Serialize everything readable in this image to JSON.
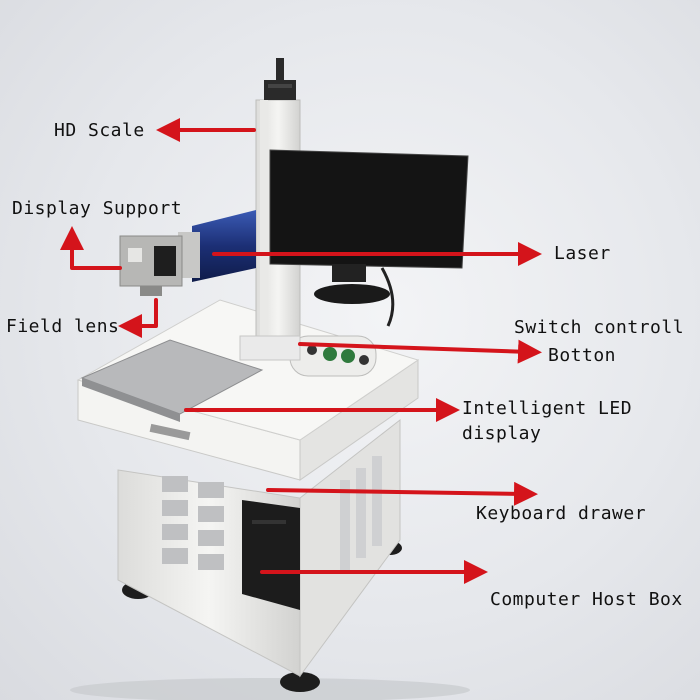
{
  "labels": {
    "hd_scale": "HD Scale",
    "display_support": "Display Support",
    "field_lens": "Field lens",
    "laser": "Laser",
    "switch_control_line1": "Switch controll",
    "switch_control_line2": "Botton",
    "led_display_line1": "Intelligent LED",
    "led_display_line2": "display",
    "keyboard_drawer": "Keyboard drawer",
    "computer_host_box": "Computer Host Box"
  },
  "colors": {
    "arrow": "#d4141b",
    "machine_body": "#f2f2f0",
    "monitor": "#1a1a1a",
    "laser_tube": "#1f3a8a"
  }
}
